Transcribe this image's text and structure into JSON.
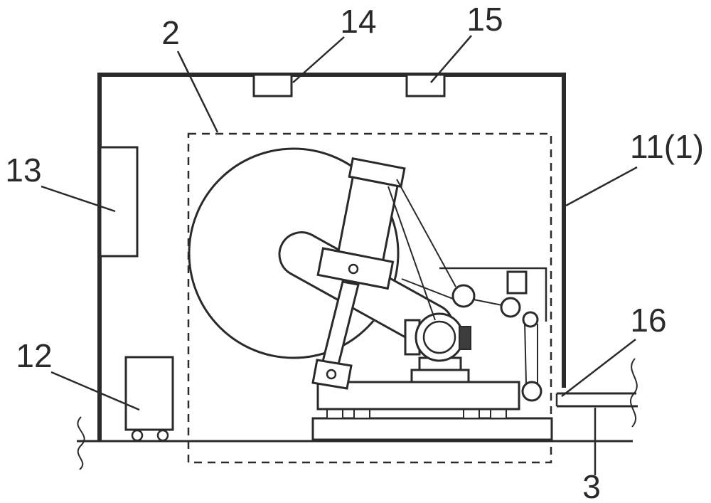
{
  "figure": {
    "background": "#ffffff",
    "line_color": "#2a2a2a",
    "fill_color": "#ffffff",
    "dark_block_color": "#3c3c3c"
  },
  "labels": [
    {
      "text": "2"
    },
    {
      "text": "14"
    },
    {
      "text": "15"
    },
    {
      "text": "13"
    },
    {
      "text": "11(1)"
    },
    {
      "text": "12"
    },
    {
      "text": "16"
    },
    {
      "text": "3"
    }
  ]
}
